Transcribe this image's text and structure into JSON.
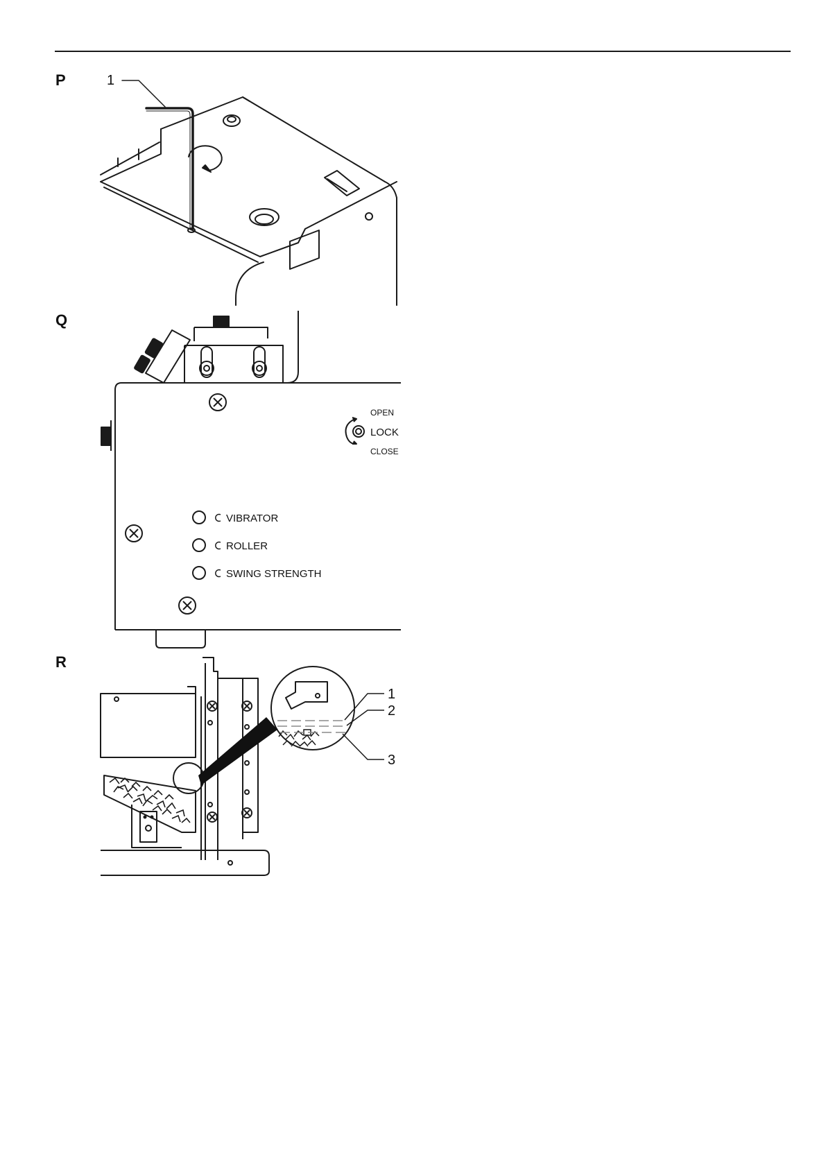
{
  "figures": {
    "p": {
      "letter": "P",
      "callout": "1"
    },
    "q": {
      "letter": "Q",
      "lock": {
        "open": "OPEN",
        "lock": "LOCK",
        "close": "CLOSE"
      },
      "knobs": [
        {
          "label": "VIBRATOR"
        },
        {
          "label": "ROLLER"
        },
        {
          "label": "SWING STRENGTH"
        }
      ]
    },
    "r": {
      "letter": "R",
      "callouts": [
        "1",
        "2",
        "3"
      ]
    }
  },
  "colors": {
    "line": "#1a1a1a",
    "dash": "#8a8a8a"
  }
}
